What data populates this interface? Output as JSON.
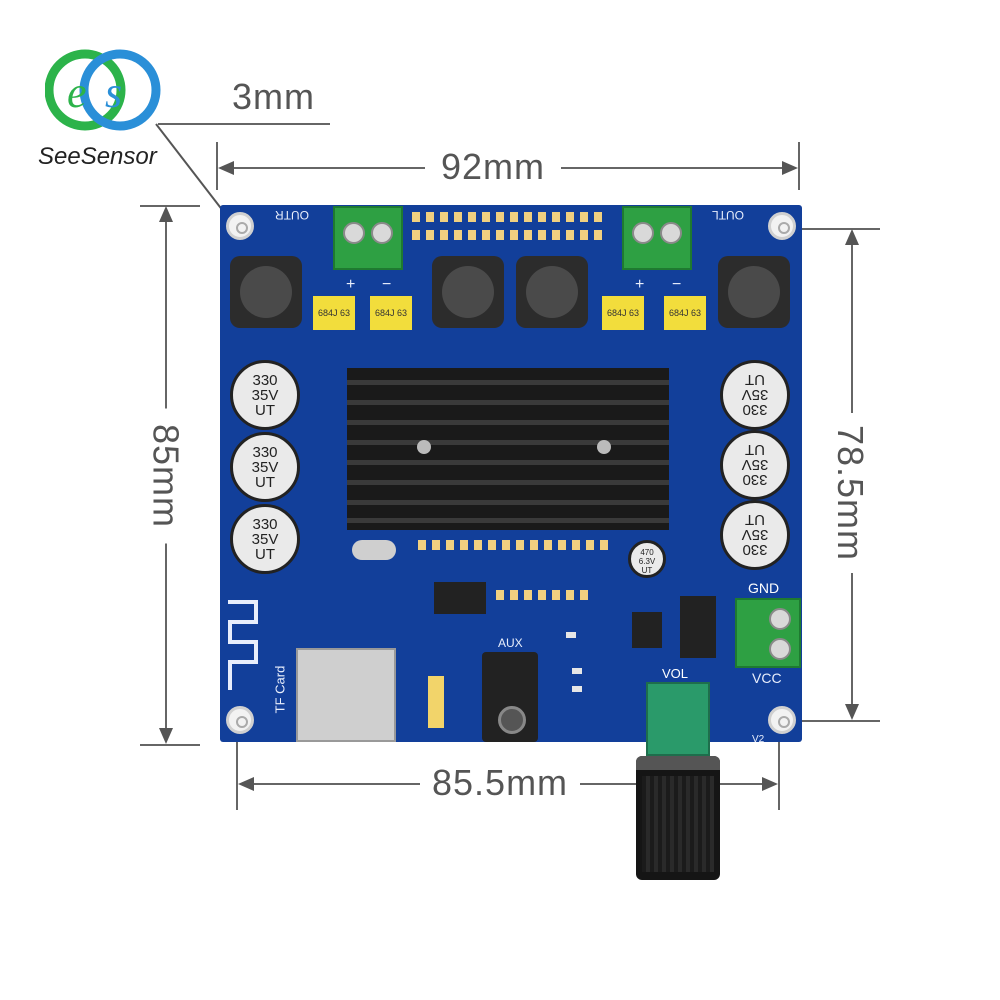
{
  "brand": {
    "name": "SeeSensor",
    "logo_colors": [
      "#2cb34a",
      "#2a8fd8"
    ]
  },
  "dimensions": {
    "hole_offset": "3mm",
    "board_width": "92mm",
    "board_height": "85mm",
    "hole_spacing_vertical": "78.5mm",
    "hole_spacing_horizontal": "85.5mm"
  },
  "board": {
    "color": "#123f9a",
    "labels": {
      "out_right": "OUTR",
      "out_left": "OUTL",
      "plus": "+",
      "minus": "−",
      "gnd": "GND",
      "vcc": "VCC",
      "vol": "VOL",
      "aux": "AUX",
      "tf_card": "TF Card",
      "v2": "V2"
    },
    "capacitor_text": "330\n35V\nUT",
    "small_cap_text": "470\n6.3V\nUT",
    "film_cap_text": "684J 63"
  }
}
